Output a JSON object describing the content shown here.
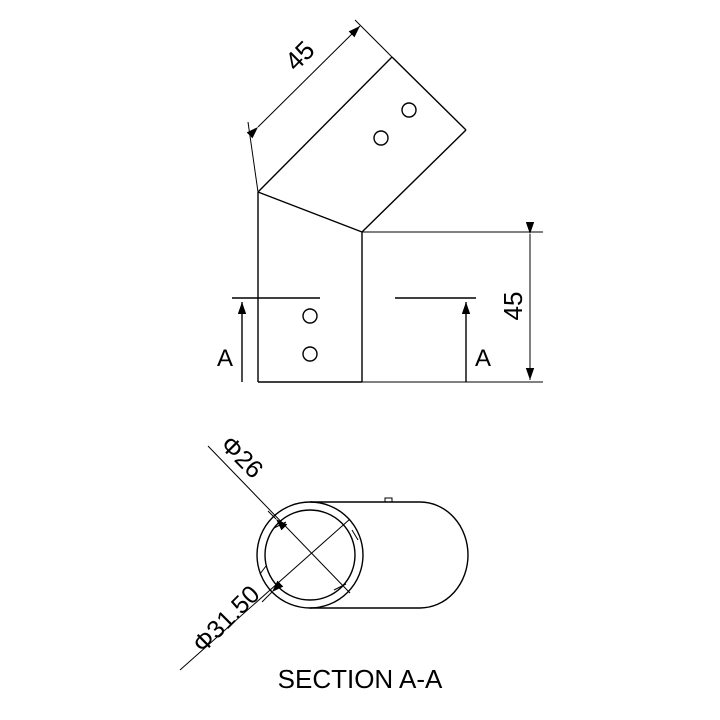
{
  "drawing": {
    "top_dimension": "45",
    "right_dimension": "45",
    "section_marker_left": "A",
    "section_marker_right": "A",
    "inner_diameter": "Φ26",
    "outer_diameter": "Φ31.50",
    "section_title": "SECTION A-A"
  },
  "colors": {
    "line": "#000000",
    "background": "#ffffff"
  }
}
